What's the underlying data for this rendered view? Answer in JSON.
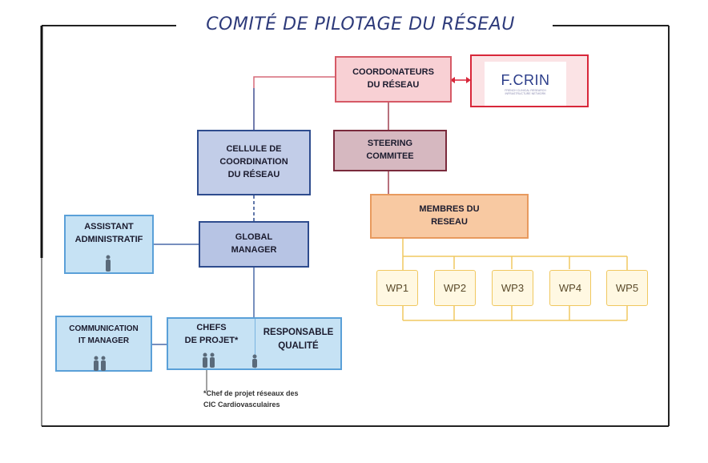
{
  "title": "COMITÉ DE PILOTAGE DU RÉSEAU",
  "boxes": {
    "coordonateurs": "COORDONATEURS\nDU RÉSEAU",
    "steering": "STEERING\nCOMMITEE",
    "membres": "MEMBRES DU\nRESEAU",
    "cellule": "CELLULE DE\nCOORDINATION\nDU RÉSEAU",
    "global_manager": "GLOBAL\nMANAGER",
    "assistant": "ASSISTANT\nADMINISTRATIF",
    "communication": "COMMUNICATION\nIT MANAGER",
    "chefs": "CHEFS\nDE PROJET*",
    "responsable": "RESPONSABLE\nQUALITÉ"
  },
  "work_packages": [
    "WP1",
    "WP2",
    "WP3",
    "WP4",
    "WP5"
  ],
  "fcrin": {
    "logo_text": "F.CRIN",
    "subtitle": "FRENCH CLINICAL RESEARCH INFRASTRUCTURE NETWORK"
  },
  "footnote": [
    "*Chef de projet réseaux des",
    "CIC Cardiovasculaires"
  ],
  "colors": {
    "title": "#2d3a7a",
    "coordonateurs_fill": "#f8d0d4",
    "coordonateurs_border": "#d65a66",
    "fcrin_border": "#d8273a",
    "steering_fill": "#d6b8c0",
    "steering_border": "#7a2a3c",
    "membres_fill": "#f8c9a2",
    "membres_border": "#e89a5e",
    "blue_dark_fill": "#b7c4e4",
    "blue_dark_border": "#2e4c8e",
    "blue_light_fill": "#c6e2f4",
    "blue_light_border": "#5aa0d8",
    "wp_fill": "#fff8e2",
    "wp_border": "#f0c860"
  }
}
